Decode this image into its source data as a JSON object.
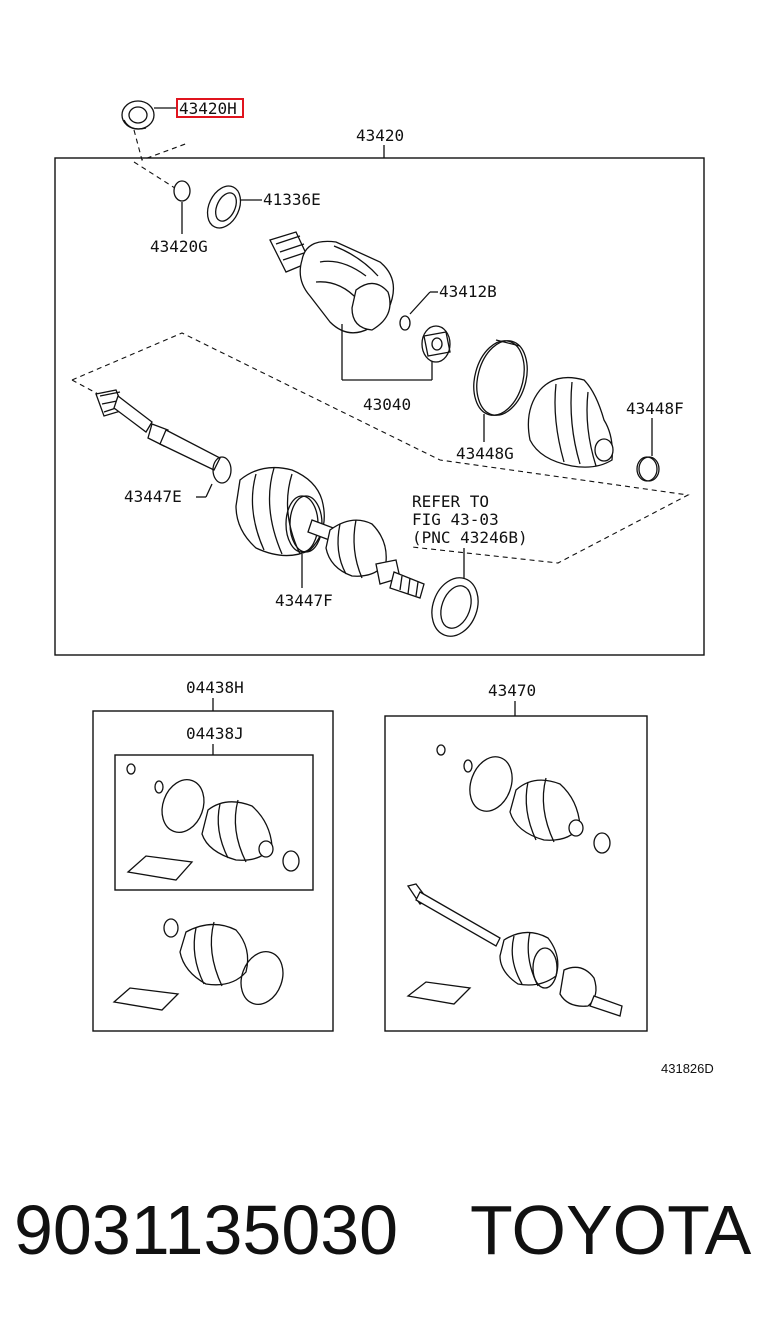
{
  "callouts": {
    "c43420H": "43420H",
    "c43420": "43420",
    "c41336E": "41336E",
    "c43420G": "43420G",
    "c43412B": "43412B",
    "c43040": "43040",
    "c43448F": "43448F",
    "c43448G": "43448G",
    "c43447E": "43447E",
    "c43447F": "43447F",
    "c04438H": "04438H",
    "c04438J": "04438J",
    "c43470": "43470"
  },
  "refer_note": {
    "line1": "REFER TO",
    "line2": "FIG 43-03",
    "line3": "(PNC 43246B)"
  },
  "figure_id": "431826D",
  "footer": {
    "part_number": "9031135030",
    "brand": "TOYOTA"
  },
  "colors": {
    "highlight": "#e0141e",
    "ink": "#111111"
  }
}
